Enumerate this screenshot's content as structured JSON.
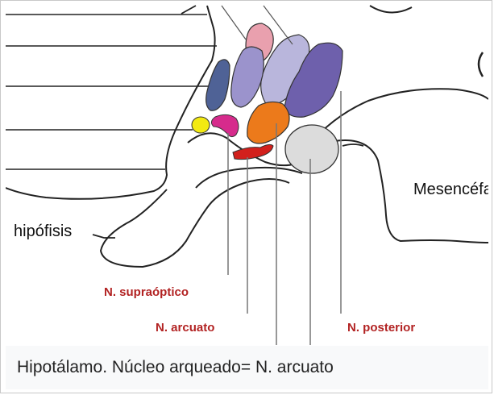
{
  "figure": {
    "labels": {
      "hipofisis": "hipófisis",
      "mesencefalo": "Mesencéfa",
      "supraoptico": "N. supraóptico",
      "arcuato": "N. arcuato",
      "posterior": "N. posterior"
    },
    "colors": {
      "pink": "#e9a0ae",
      "lavender_light": "#b9b6dc",
      "lavender": "#9b93cc",
      "purple_dark": "#6e60ac",
      "slate_blue": "#4f6296",
      "yellow": "#f3ea12",
      "magenta": "#d62b8c",
      "orange": "#ec7a1b",
      "red": "#d2201c",
      "gray_nucleus": "#dcdcdc",
      "label_red": "#b22222"
    }
  },
  "caption": "Hipotálamo. Núcleo arqueado= N. arcuato"
}
